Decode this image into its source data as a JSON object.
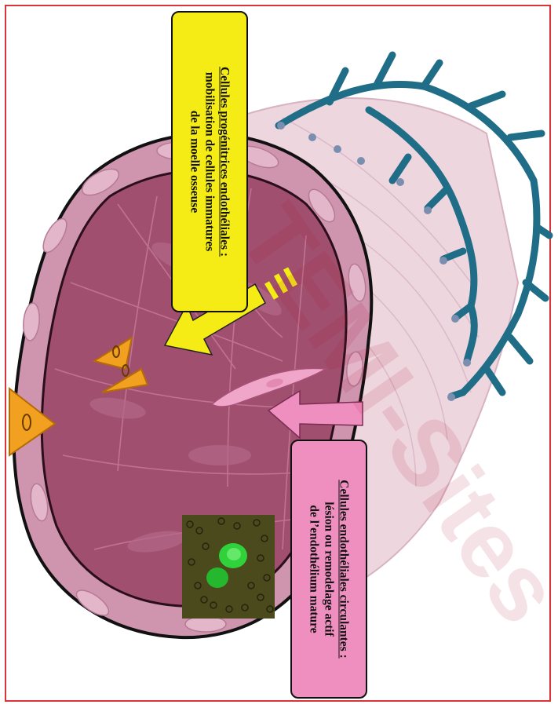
{
  "watermark": "TEMI-Sites",
  "colors": {
    "frame": "#d9343a",
    "yellow_box": "#f4ec14",
    "pink_box": "#ef8fc0",
    "vessel_wall": "#c98aa6",
    "vessel_lumen": "#a14f6e",
    "capillary": "#1f6d86",
    "progenitor_cell": "#f2a01f",
    "circulating_cell": "#f0a6c8"
  },
  "labels": {
    "progenitor": {
      "title": "Cellules progénitrices endothéliales :",
      "line1": "mobilisation de cellules immatures",
      "line2": "de la moelle osseuse"
    },
    "circulating": {
      "title": "Cellules endothéliales circulantes :",
      "line1": "lésion ou remodelage actif",
      "line2": "de l’endothélium mature"
    }
  },
  "icons": {
    "yellow_arrow": "arrow-icon",
    "pink_arrow": "arrow-icon",
    "micrograph": "fluorescence-micrograph"
  }
}
